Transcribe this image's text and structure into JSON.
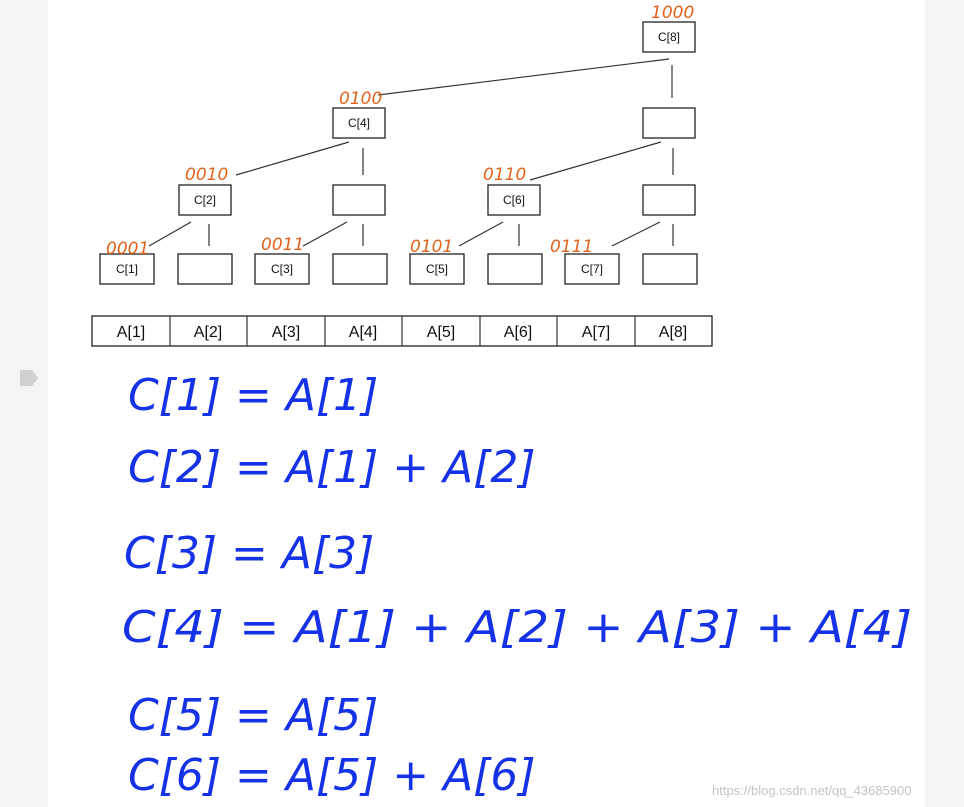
{
  "tree": {
    "c_nodes": [
      "C[1]",
      "C[2]",
      "C[3]",
      "C[4]",
      "C[5]",
      "C[6]",
      "C[7]",
      "C[8]"
    ],
    "binary_notes": [
      "1000",
      "0100",
      "0010",
      "0110",
      "0001",
      "0011",
      "0101",
      "0111"
    ]
  },
  "array": {
    "cells": [
      "A[1]",
      "A[2]",
      "A[3]",
      "A[4]",
      "A[5]",
      "A[6]",
      "A[7]",
      "A[8]"
    ]
  },
  "handwriting": {
    "lines": [
      "C[1] = A[1]",
      "C[2] = A[1] + A[2]",
      "C[3] = A[3]",
      "C[4] = A[1] + A[2] + A[3] + A[4]",
      "C[5] = A[5]",
      "C[6] = A[5] + A[6]"
    ]
  },
  "watermark": "https://blog.csdn.net/qq_43685900",
  "colors": {
    "handwriting": "#1632e6",
    "binary_notes": "#e2621c"
  }
}
